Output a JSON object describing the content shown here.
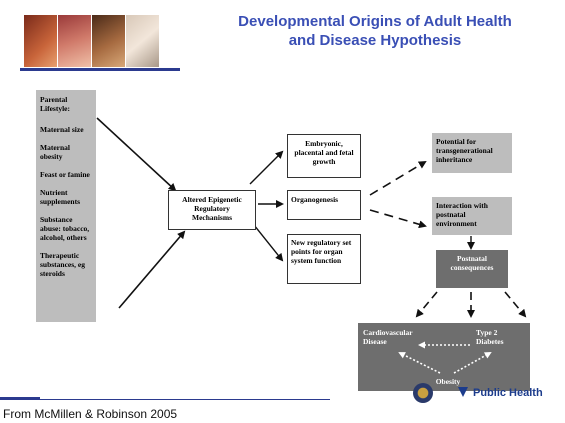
{
  "title": "Developmental Origins of Adult Health and Disease Hypothesis",
  "title_line1": "Developmental Origins of Adult Health",
  "title_line2": "and Disease Hypothesis",
  "lifestyle": {
    "header": "Parental Lifestyle:",
    "items": [
      "Maternal size",
      "Maternal obesity",
      "Feast or famine",
      "Nutrient supplements",
      "Substance abuse: tobacco, alcohol, others",
      "Therapeutic substances, eg steroids"
    ]
  },
  "center_box": "Altered Epigenetic Regulatory Mechanisms",
  "middle_boxes": [
    "Embryonic, placental and fetal growth",
    "Organogenesis",
    "New regulatory set points for organ system function"
  ],
  "right_boxes": {
    "transgenerational": "Potential for transgenerational inheritance",
    "interaction": "Interaction with postnatal environment",
    "postnatal": "Postnatal consequences"
  },
  "outcomes": {
    "cardiovascular": "Cardiovascular Disease",
    "diabetes": "Type 2 Diabetes",
    "obesity": "Obesity"
  },
  "logo_text": "Public Health",
  "footer": "From McMillen & Robinson 2005",
  "colors": {
    "title": "#3a4fb5",
    "accent_line": "#2b3a8f",
    "gray_box": "#bdbdbd",
    "dark_box": "#6e6e6e"
  }
}
